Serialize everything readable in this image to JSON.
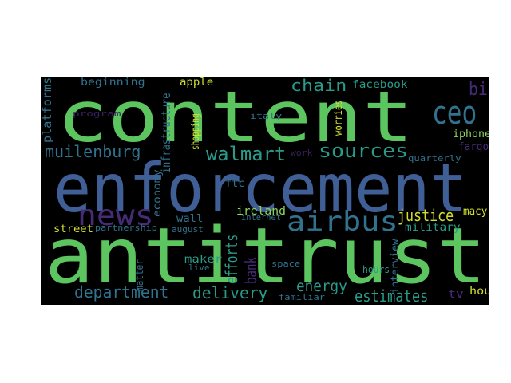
{
  "colors": {
    "background": "#000000",
    "green": "#5dc55f",
    "blue": "#3f5f96",
    "teal": "#2a9b8a",
    "steel": "#31738e",
    "yellow": "#d0de2f",
    "lightgreen": "#8dd35d",
    "purple": "#472b78",
    "darkpurple": "#3b1f5d"
  },
  "words": [
    {
      "text": "content",
      "color": "green"
    },
    {
      "text": "enforcement",
      "color": "blue"
    },
    {
      "text": "antitrust",
      "color": "green"
    },
    {
      "text": "news",
      "color": "purple"
    },
    {
      "text": "airbus",
      "color": "steel"
    },
    {
      "text": "ceo",
      "color": "steel"
    },
    {
      "text": "sources",
      "color": "teal"
    },
    {
      "text": "walmart",
      "color": "teal"
    },
    {
      "text": "muilenburg",
      "color": "steel"
    },
    {
      "text": "chain",
      "color": "teal"
    },
    {
      "text": "big",
      "color": "purple"
    },
    {
      "text": "justice",
      "color": "yellow"
    },
    {
      "text": "department",
      "color": "steel"
    },
    {
      "text": "delivery",
      "color": "teal"
    },
    {
      "text": "estimates",
      "color": "teal"
    },
    {
      "text": "energy",
      "color": "teal"
    },
    {
      "text": "bank",
      "color": "purple"
    },
    {
      "text": "efforts",
      "color": "teal"
    },
    {
      "text": "tv",
      "color": "purple"
    },
    {
      "text": "beginning",
      "color": "steel"
    },
    {
      "text": "apple",
      "color": "yellow"
    },
    {
      "text": "facebook",
      "color": "teal"
    },
    {
      "text": "platforms",
      "color": "steel"
    },
    {
      "text": "program",
      "color": "darkpurple"
    },
    {
      "text": "infrastructure",
      "color": "steel"
    },
    {
      "text": "shopping",
      "color": "yellow"
    },
    {
      "text": "italy",
      "color": "steel"
    },
    {
      "text": "worries",
      "color": "yellow"
    },
    {
      "text": "iphone",
      "color": "lightgreen"
    },
    {
      "text": "fargo",
      "color": "purple"
    },
    {
      "text": "work",
      "color": "darkpurple"
    },
    {
      "text": "quarterly",
      "color": "steel"
    },
    {
      "text": "economy",
      "color": "steel"
    },
    {
      "text": "ftc",
      "color": "steel"
    },
    {
      "text": "ireland",
      "color": "lightgreen"
    },
    {
      "text": "internet",
      "color": "steel"
    },
    {
      "text": "macy",
      "color": "yellow"
    },
    {
      "text": "wall",
      "color": "steel"
    },
    {
      "text": "street",
      "color": "yellow"
    },
    {
      "text": "partnership",
      "color": "steel"
    },
    {
      "text": "august",
      "color": "steel"
    },
    {
      "text": "military",
      "color": "teal"
    },
    {
      "text": "maker",
      "color": "teal"
    },
    {
      "text": "interview",
      "color": "steel"
    },
    {
      "text": "matter",
      "color": "steel"
    },
    {
      "text": "live",
      "color": "steel"
    },
    {
      "text": "space",
      "color": "steel"
    },
    {
      "text": "hours",
      "color": "teal"
    },
    {
      "text": "hour",
      "color": "yellow"
    },
    {
      "text": "familiar",
      "color": "steel"
    }
  ]
}
